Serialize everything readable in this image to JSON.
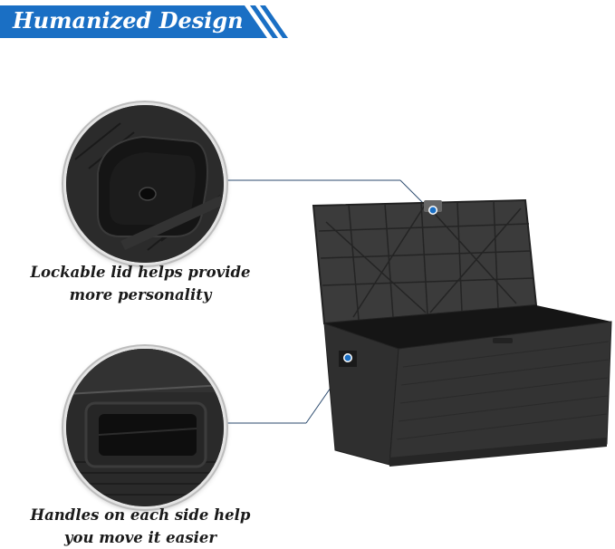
{
  "banner": {
    "title": "Humanized Design",
    "color": "#1a6fc4"
  },
  "features": [
    {
      "id": "lockable-lid",
      "caption_line1": "Lockable lid helps provide",
      "caption_line2": "more personality"
    },
    {
      "id": "side-handles",
      "caption_line1": "Handles on each side help",
      "caption_line2": "you move it easier"
    }
  ],
  "colors": {
    "accent": "#1a6fc4",
    "callout_line": "#2b4a6e",
    "product": "#2e2e2e"
  }
}
